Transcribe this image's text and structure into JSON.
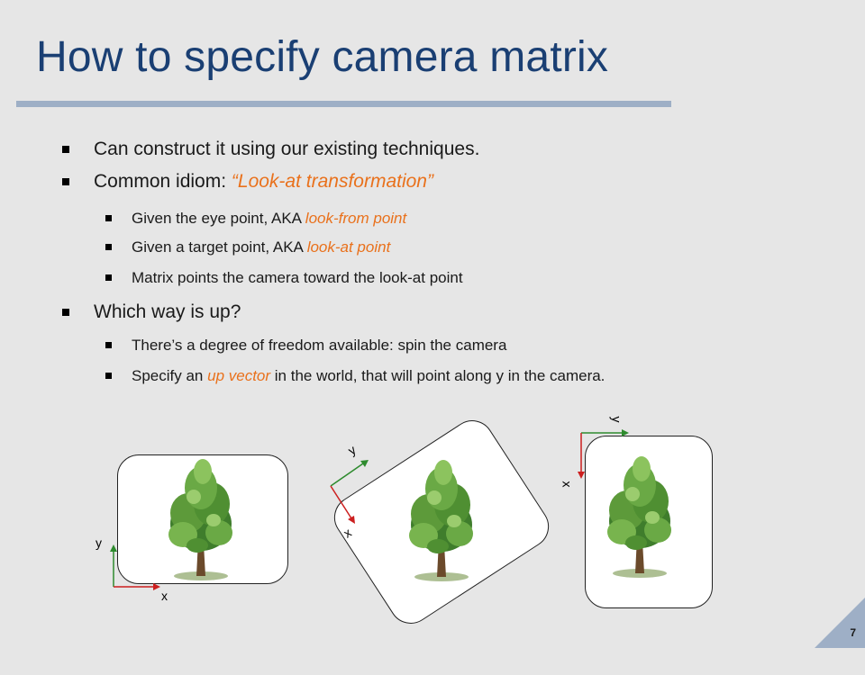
{
  "slide": {
    "title": "How to specify camera matrix",
    "page_number": "7"
  },
  "bullets": [
    {
      "level": 1,
      "text": "Can construct it using our existing techniques."
    },
    {
      "level": 1,
      "prefix": "Common idiom: ",
      "emphasis": "“Look-at transformation”",
      "suffix": ""
    },
    {
      "level": 2,
      "prefix": "Given the eye point, AKA ",
      "emphasis": "look-from point",
      "suffix": ""
    },
    {
      "level": 2,
      "prefix": "Given a target point, AKA ",
      "emphasis": "look-at point",
      "suffix": ""
    },
    {
      "level": 2,
      "text": "Matrix points the camera toward the look-at point"
    },
    {
      "level": 1,
      "text": "Which way is up?"
    },
    {
      "level": 2,
      "text": "There’s a degree of freedom available: spin the camera"
    },
    {
      "level": 2,
      "prefix": "Specify an ",
      "emphasis": "up vector",
      "suffix": " in the world, that will point along y in the camera."
    }
  ],
  "diagrams": {
    "axis_x_label": "x",
    "axis_y_label": "y",
    "colors": {
      "x_axis": "#cc1f1f",
      "y_axis": "#2e8b2e",
      "title": "#1a3f73",
      "emphasis": "#e9711c",
      "rule": "#9eafc6",
      "corner": "#9eafc6"
    },
    "icons": [
      "tree-icon",
      "tree-icon",
      "tree-icon"
    ]
  }
}
